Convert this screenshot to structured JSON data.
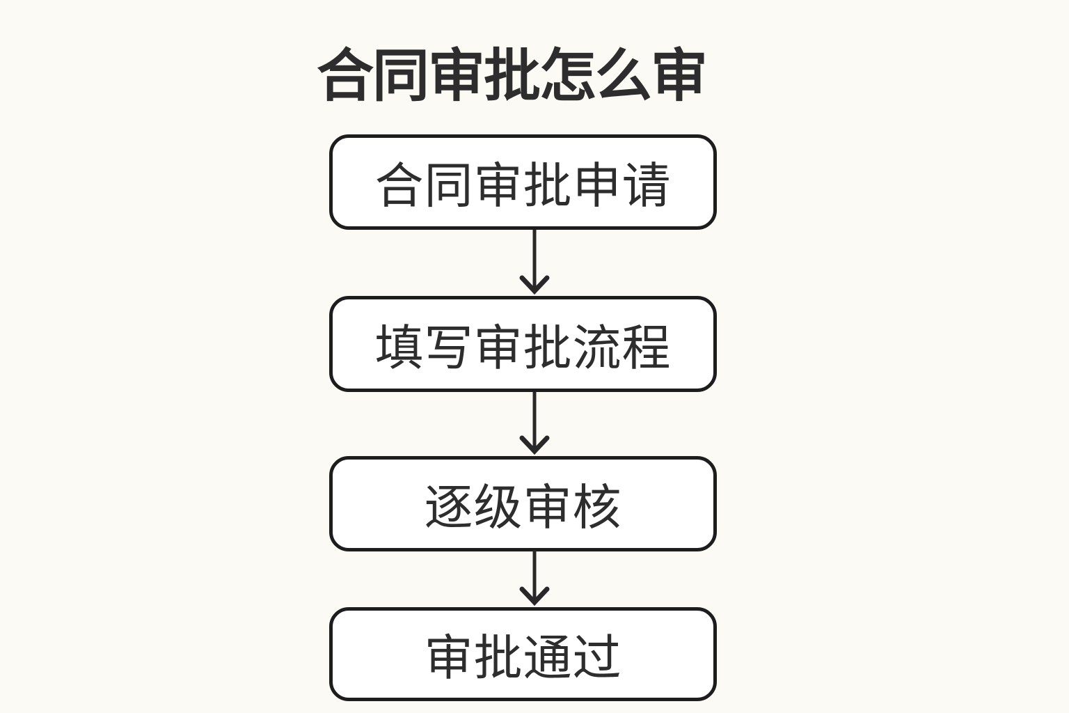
{
  "title": "合同审批怎么审",
  "diagram": {
    "type": "flowchart",
    "direction": "top-down"
  },
  "steps": [
    {
      "id": 1,
      "label": "合同审批申请"
    },
    {
      "id": 2,
      "label": "填写审批流程"
    },
    {
      "id": 3,
      "label": "逐级审核"
    },
    {
      "id": 4,
      "label": "审批通过"
    }
  ],
  "connections": [
    {
      "from": "合同审批申请",
      "to": "填写审批流程"
    },
    {
      "from": "填写审批流程",
      "to": "逐级审核"
    },
    {
      "from": "逐级审核",
      "to": "审批通过"
    }
  ],
  "colors": {
    "bg": "#fbfaf5",
    "box-fill": "#ffffff",
    "box-border": "#1d1d1d",
    "text": "#2d2d2d",
    "arrow": "#282828"
  }
}
